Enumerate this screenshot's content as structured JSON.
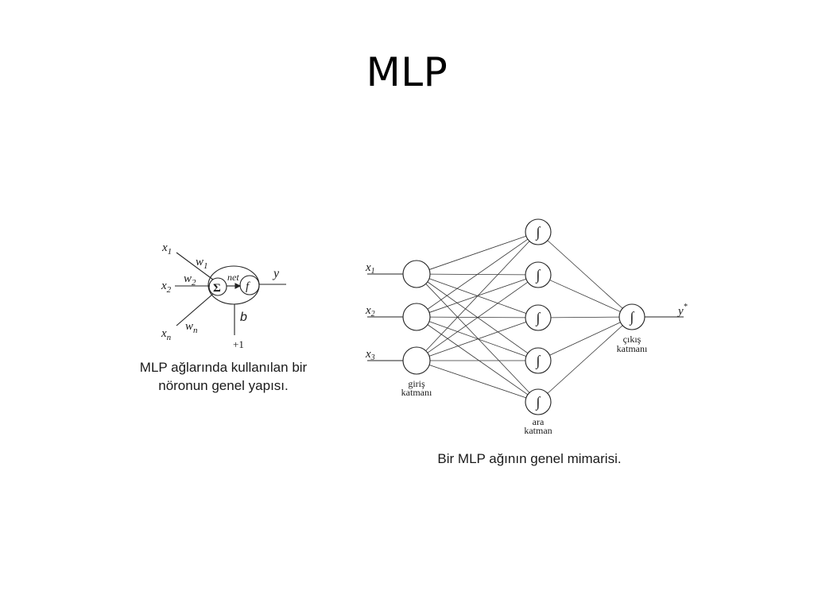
{
  "title": "MLP",
  "neuron": {
    "inputs": [
      {
        "label": "x",
        "sub": "1",
        "weight": "w",
        "wsub": "1"
      },
      {
        "label": "x",
        "sub": "2",
        "weight": "w",
        "wsub": "2"
      },
      {
        "label": "x",
        "sub": "n",
        "weight": "w",
        "wsub": "n"
      }
    ],
    "sum_symbol": "Σ",
    "net_label": "net",
    "activation_label": "f",
    "output_label": "y",
    "bias_label": "b",
    "bias_input": "+1",
    "caption_line1": "MLP ağlarında kullanılan bir",
    "caption_line2": "nöronun genel yapısı."
  },
  "network": {
    "inputs": [
      {
        "label": "x",
        "sub": "1"
      },
      {
        "label": "x",
        "sub": "2"
      },
      {
        "label": "x",
        "sub": "3"
      }
    ],
    "activation_symbol": "∫",
    "output_label": "y",
    "output_sup": "*",
    "input_layer_line1": "giriş",
    "input_layer_line2": "katmanı",
    "hidden_layer_line1": "ara",
    "hidden_layer_line2": "katman",
    "output_layer_line1": "çıkış",
    "output_layer_line2": "katmanı",
    "caption": "Bir MLP ağının genel mimarisi."
  }
}
